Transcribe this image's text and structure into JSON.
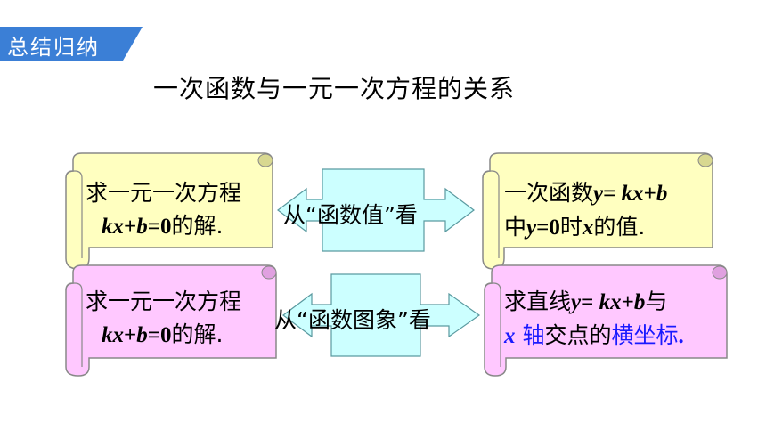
{
  "badge": {
    "label": "总结归纳",
    "color": "#3b7fd6"
  },
  "title": "一次函数与一元一次方程的关系",
  "row1": {
    "left": {
      "line1": "求一元一次方程",
      "line2_a": "kx",
      "line2_b": "+",
      "line2_c": "b",
      "line2_d": "=0",
      "line2_e": "的解."
    },
    "arrow_label": "从“函数值”看",
    "right": {
      "line1_a": "一次函数",
      "line1_b": "y",
      "line1_c": "= ",
      "line1_d": "kx",
      "line1_e": "+",
      "line1_f": "b",
      "line2_a": "中",
      "line2_b": "y",
      "line2_c": "=0",
      "line2_d": "时",
      "line2_e": "x",
      "line2_f": "的值."
    },
    "scroll_color": "#ffffc0"
  },
  "row2": {
    "left": {
      "line1": "求一元一次方程",
      "line2_a": "kx",
      "line2_b": "+",
      "line2_c": "b",
      "line2_d": "=0",
      "line2_e": "的解."
    },
    "arrow_label": "从“函数图象”看",
    "right": {
      "line1_a": "求直线",
      "line1_b": "y",
      "line1_c": "= ",
      "line1_d": "kx",
      "line1_e": "+",
      "line1_f": "b",
      "line1_g": "与",
      "line2_a": "x",
      "line2_b": " 轴",
      "line2_c": "交点的",
      "line2_d": "横坐标",
      "line2_e": "."
    },
    "scroll_color": "#ffc8ff"
  },
  "arrow_fill": "#ccffff"
}
